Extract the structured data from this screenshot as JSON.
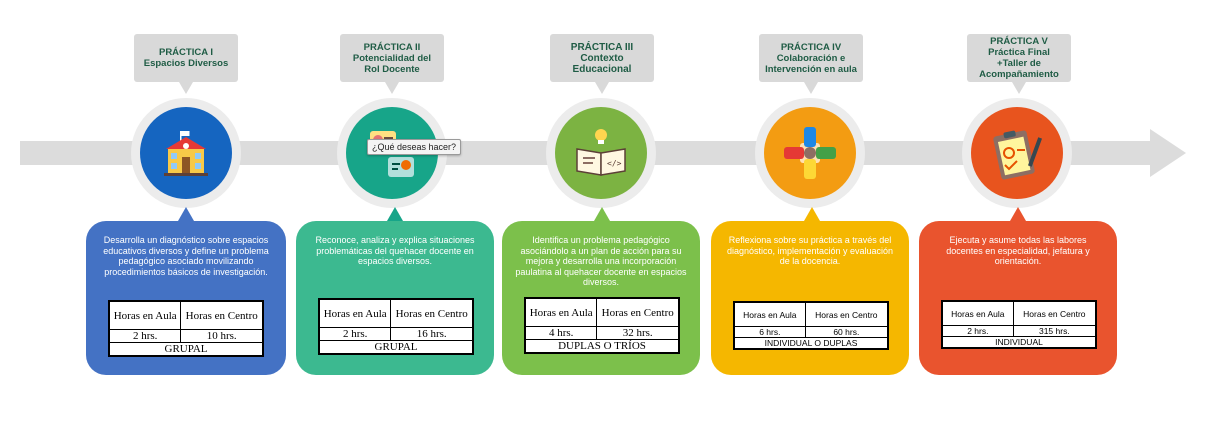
{
  "stages": [
    {
      "title_lines": [
        "PRÁCTICA I",
        "Espacios Diversos"
      ],
      "icon": "school-building-icon",
      "circle_color": "#1565c0",
      "card_color": "#4472c4",
      "description": "Desarrolla un diagnóstico sobre espacios educativos diversos y define un problema pedagógico asociado movilizando procedimientos básicos de investigación.",
      "hours": {
        "header_aula": "Horas en Aula",
        "header_centro": "Horas en Centro",
        "aula": "2 hrs.",
        "centro": "10 hrs.",
        "modality": "GRUPAL"
      }
    },
    {
      "title_lines": [
        "PRÁCTICA II",
        "Potencialidad del",
        "Rol Docente"
      ],
      "icon": "teacher-chat-icon",
      "circle_color": "#17a589",
      "card_color": "#3cb990",
      "description": "Reconoce, analiza y explica situaciones problemáticas del quehacer docente en espacios diversos.",
      "hours": {
        "header_aula": "Horas en Aula",
        "header_centro": "Horas en Centro",
        "aula": "2 hrs.",
        "centro": "16 hrs.",
        "modality": "GRUPAL"
      }
    },
    {
      "title_lines": [
        "PRÁCTICA III",
        "Contexto",
        "Educacional"
      ],
      "icon": "book-lightbulb-icon",
      "circle_color": "#7cb342",
      "card_color": "#7cc04b",
      "description": "Identifica un problema pedagógico asociándolo a un plan de acción para su mejora y desarrolla una incorporación paulatina al quehacer docente en espacios diversos.",
      "hours": {
        "header_aula": "Horas en Aula",
        "header_centro": "Horas en Centro",
        "aula": "4 hrs.",
        "centro": "32 hrs.",
        "modality": "DUPLAS O TRÍOS"
      }
    },
    {
      "title_lines": [
        "PRÁCTICA IV",
        "Colaboración e",
        "Intervención en aula"
      ],
      "icon": "collaboration-hands-icon",
      "circle_color": "#f39c12",
      "card_color": "#f5b700",
      "description": "Reflexiona sobre su práctica a través del diagnóstico, implementación y evaluación de la docencia.",
      "hours": {
        "header_aula": "Horas en Aula",
        "header_centro": "Horas en Centro",
        "aula": "6 hrs.",
        "centro": "60 hrs.",
        "modality": "INDIVIDUAL O DUPLAS"
      }
    },
    {
      "title_lines": [
        "PRÁCTICA V",
        "Práctica Final",
        "+Taller de",
        "Acompañamiento"
      ],
      "icon": "clipboard-checklist-icon",
      "circle_color": "#e8541e",
      "card_color": "#e9542e",
      "description": "Ejecuta y asume todas las labores docentes en especialidad, jefatura y orientación.",
      "hours": {
        "header_aula": "Horas en Aula",
        "header_centro": "Horas en Centro",
        "aula": "2 hrs.",
        "centro": "315 hrs.",
        "modality": "INDIVIDUAL"
      }
    }
  ],
  "tooltip": "¿Qué deseas hacer?"
}
